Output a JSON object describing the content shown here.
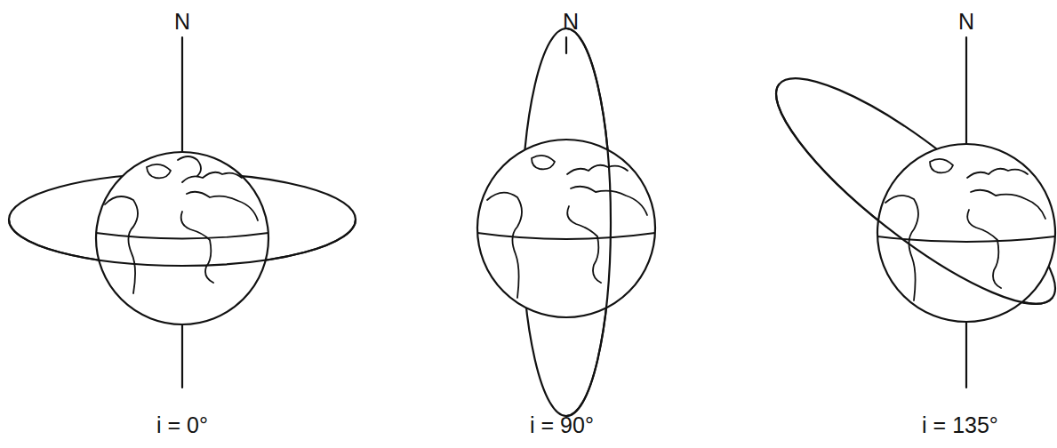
{
  "diagram": {
    "labels": [
      "N",
      "N",
      "N",
      "i = 0°",
      "i = 90°",
      "i = 135°"
    ]
  }
}
